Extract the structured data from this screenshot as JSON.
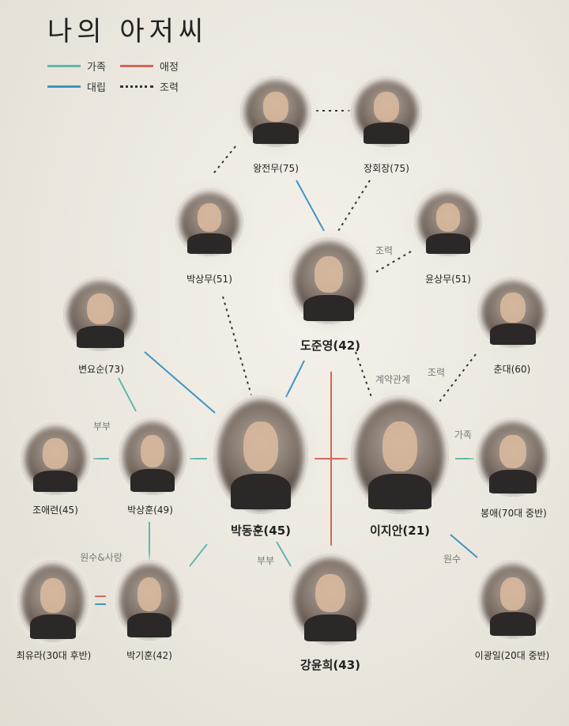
{
  "title": "나의 아저씨",
  "colors": {
    "family": "#5fb8ad",
    "love": "#d2665a",
    "conflict": "#3f94c4",
    "help": "#333333"
  },
  "legend": {
    "family": "가족",
    "love": "애정",
    "conflict": "대립",
    "help": "조력"
  },
  "people": {
    "wang": "왕전무(75)",
    "jang": "장회장(75)",
    "park_sangmu": "박상무(51)",
    "yoon": "윤상무(51)",
    "do": "도준영(42)",
    "byun": "변요순(73)",
    "chundae": "춘대(60)",
    "jo": "조애련(45)",
    "park_sanghun": "박상훈(49)",
    "park_donghun": "박동훈(45)",
    "lee_jian": "이지안(21)",
    "bongae": "봉애(70대 중반)",
    "choi": "최유라(30대 후반)",
    "park_gihun": "박기훈(42)",
    "kang": "강윤희(43)",
    "lee_gwangil": "이광일(20대 중반)"
  },
  "relations": {
    "help1": "조력",
    "contract": "계약관계",
    "help2": "조력",
    "couple1": "부부",
    "family": "가족",
    "grudge_love": "원수&사랑",
    "couple2": "부부",
    "grudge": "원수"
  }
}
